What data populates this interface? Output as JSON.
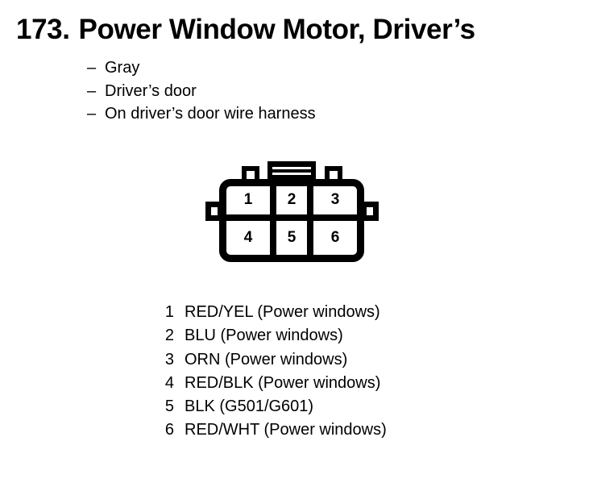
{
  "title": {
    "number": "173.",
    "text": "Power Window Motor, Driver’s"
  },
  "attributes": [
    {
      "dash": "–",
      "text": "Gray"
    },
    {
      "dash": "–",
      "text": "Driver’s door"
    },
    {
      "dash": "–",
      "text": "On driver’s door wire harness"
    }
  ],
  "connector": {
    "cavities": [
      {
        "label": "1"
      },
      {
        "label": "2"
      },
      {
        "label": "3"
      },
      {
        "label": "4"
      },
      {
        "label": "5"
      },
      {
        "label": "6"
      }
    ]
  },
  "pin_legend": [
    {
      "number": "1",
      "description": "RED/YEL (Power windows)"
    },
    {
      "number": "2",
      "description": "BLU (Power windows)"
    },
    {
      "number": "3",
      "description": "ORN (Power windows)"
    },
    {
      "number": "4",
      "description": "RED/BLK (Power windows)"
    },
    {
      "number": "5",
      "description": "BLK (G501/G601)"
    },
    {
      "number": "6",
      "description": "RED/WHT (Power windows)"
    }
  ]
}
